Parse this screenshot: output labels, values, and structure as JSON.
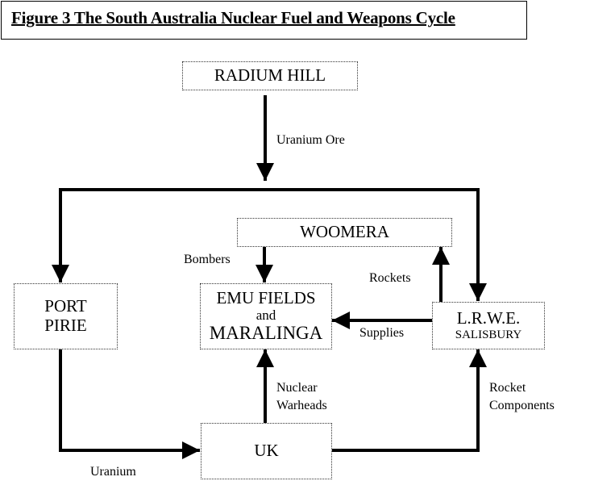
{
  "title": "Figure 3  The South Australia Nuclear Fuel and Weapons Cycle",
  "nodes": {
    "radium_hill": {
      "line1": "RADIUM HILL"
    },
    "woomera": {
      "line1": "WOOMERA"
    },
    "port_pirie": {
      "line1": "PORT",
      "line2": "PIRIE"
    },
    "emu_maralinga": {
      "line1": "EMU FIELDS",
      "line2": "and",
      "line3": "MARALINGA"
    },
    "lrwe": {
      "line1": "L.R.W.E.",
      "line2": "SALISBURY"
    },
    "uk": {
      "line1": "UK"
    }
  },
  "flows": [
    {
      "from": "RADIUM HILL",
      "to": "PORT PIRIE / L.R.W.E.",
      "label": "Uranium Ore"
    },
    {
      "from": "WOOMERA",
      "to": "EMU FIELDS and MARALINGA",
      "label": "Bombers"
    },
    {
      "from": "L.R.W.E. SALISBURY",
      "to": "WOOMERA",
      "label": "Rockets"
    },
    {
      "from": "L.R.W.E. SALISBURY",
      "to": "EMU FIELDS and MARALINGA",
      "label": "Supplies"
    },
    {
      "from": "UK",
      "to": "EMU FIELDS and MARALINGA",
      "label_line1": "Nuclear",
      "label_line2": "Warheads"
    },
    {
      "from": "UK",
      "to": "L.R.W.E. SALISBURY",
      "label_line1": "Rocket",
      "label_line2": "Components"
    },
    {
      "from": "PORT PIRIE",
      "to": "UK",
      "label": "Uranium"
    }
  ]
}
